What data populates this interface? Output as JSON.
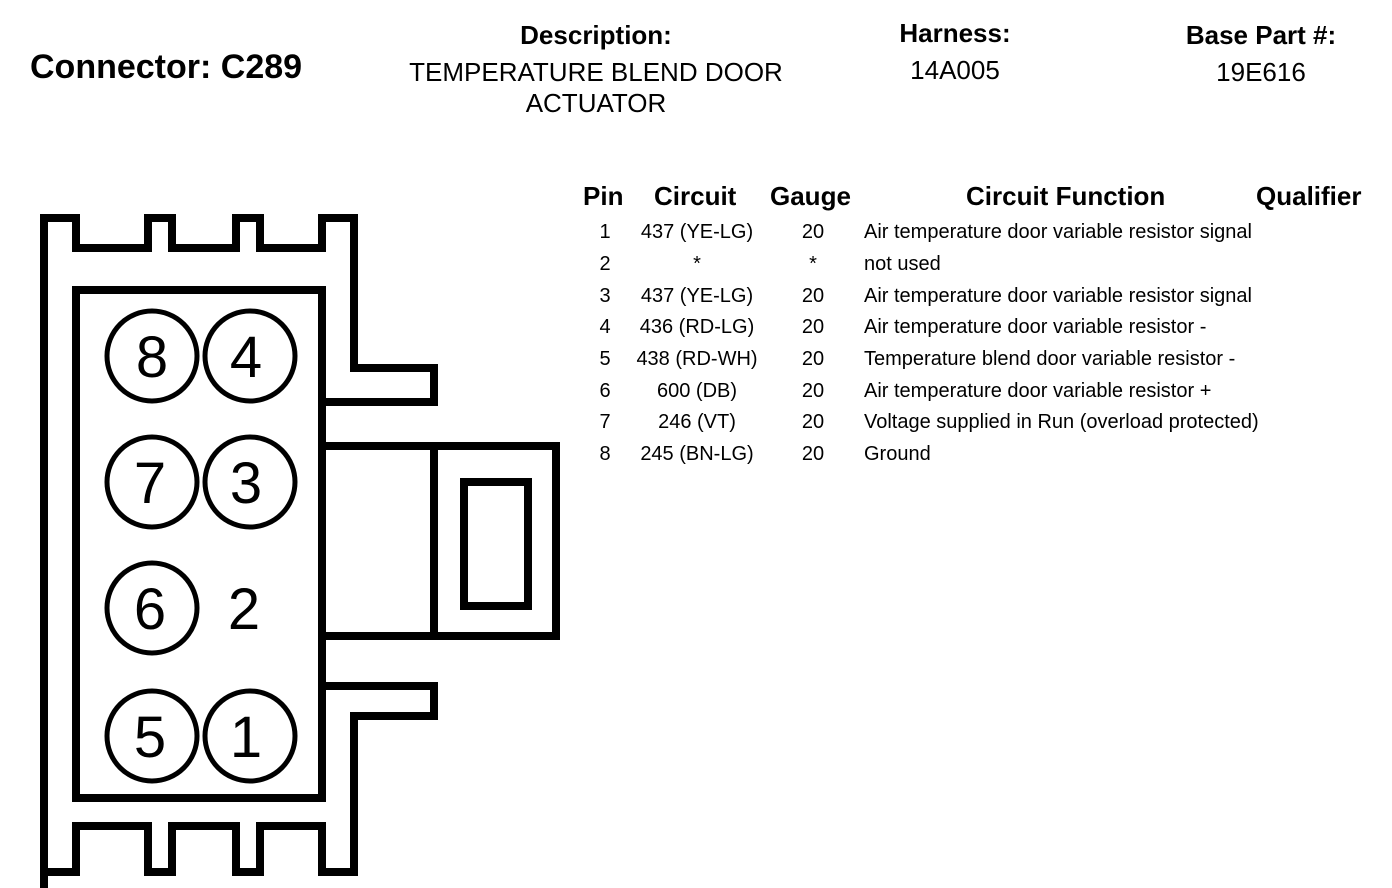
{
  "connector": {
    "title": "Connector: C289"
  },
  "header": {
    "description_label": "Description:",
    "description_line1": "TEMPERATURE BLEND DOOR",
    "description_line2": "ACTUATOR",
    "harness_label": "Harness:",
    "harness_value": "14A005",
    "base_part_label": "Base Part #:",
    "base_part_value": "19E616"
  },
  "table": {
    "columns": {
      "pin": "Pin",
      "circuit": "Circuit",
      "gauge": "Gauge",
      "function": "Circuit Function",
      "qualifier": "Qualifier"
    },
    "rows": [
      {
        "pin": "1",
        "circuit": "437 (YE-LG)",
        "gauge": "20",
        "function": "Air temperature door variable resistor signal"
      },
      {
        "pin": "2",
        "circuit": "*",
        "gauge": "*",
        "function": "not used"
      },
      {
        "pin": "3",
        "circuit": "437 (YE-LG)",
        "gauge": "20",
        "function": "Air temperature door variable resistor signal"
      },
      {
        "pin": "4",
        "circuit": "436 (RD-LG)",
        "gauge": "20",
        "function": "Air temperature door variable resistor -"
      },
      {
        "pin": "5",
        "circuit": "438 (RD-WH)",
        "gauge": "20",
        "function": "Temperature blend door variable resistor -"
      },
      {
        "pin": "6",
        "circuit": "600 (DB)",
        "gauge": "20",
        "function": "Air temperature door variable resistor +"
      },
      {
        "pin": "7",
        "circuit": "246 (VT)",
        "gauge": "20",
        "function": "Voltage supplied in Run (overload protected)"
      },
      {
        "pin": "8",
        "circuit": "245 (BN-LG)",
        "gauge": "20",
        "function": "Ground"
      }
    ]
  },
  "diagram": {
    "pins": [
      {
        "label": "8",
        "circled": true
      },
      {
        "label": "4",
        "circled": true
      },
      {
        "label": "7",
        "circled": true
      },
      {
        "label": "3",
        "circled": true
      },
      {
        "label": "6",
        "circled": true
      },
      {
        "label": "2",
        "circled": false
      },
      {
        "label": "5",
        "circled": true
      },
      {
        "label": "1",
        "circled": true
      }
    ]
  }
}
